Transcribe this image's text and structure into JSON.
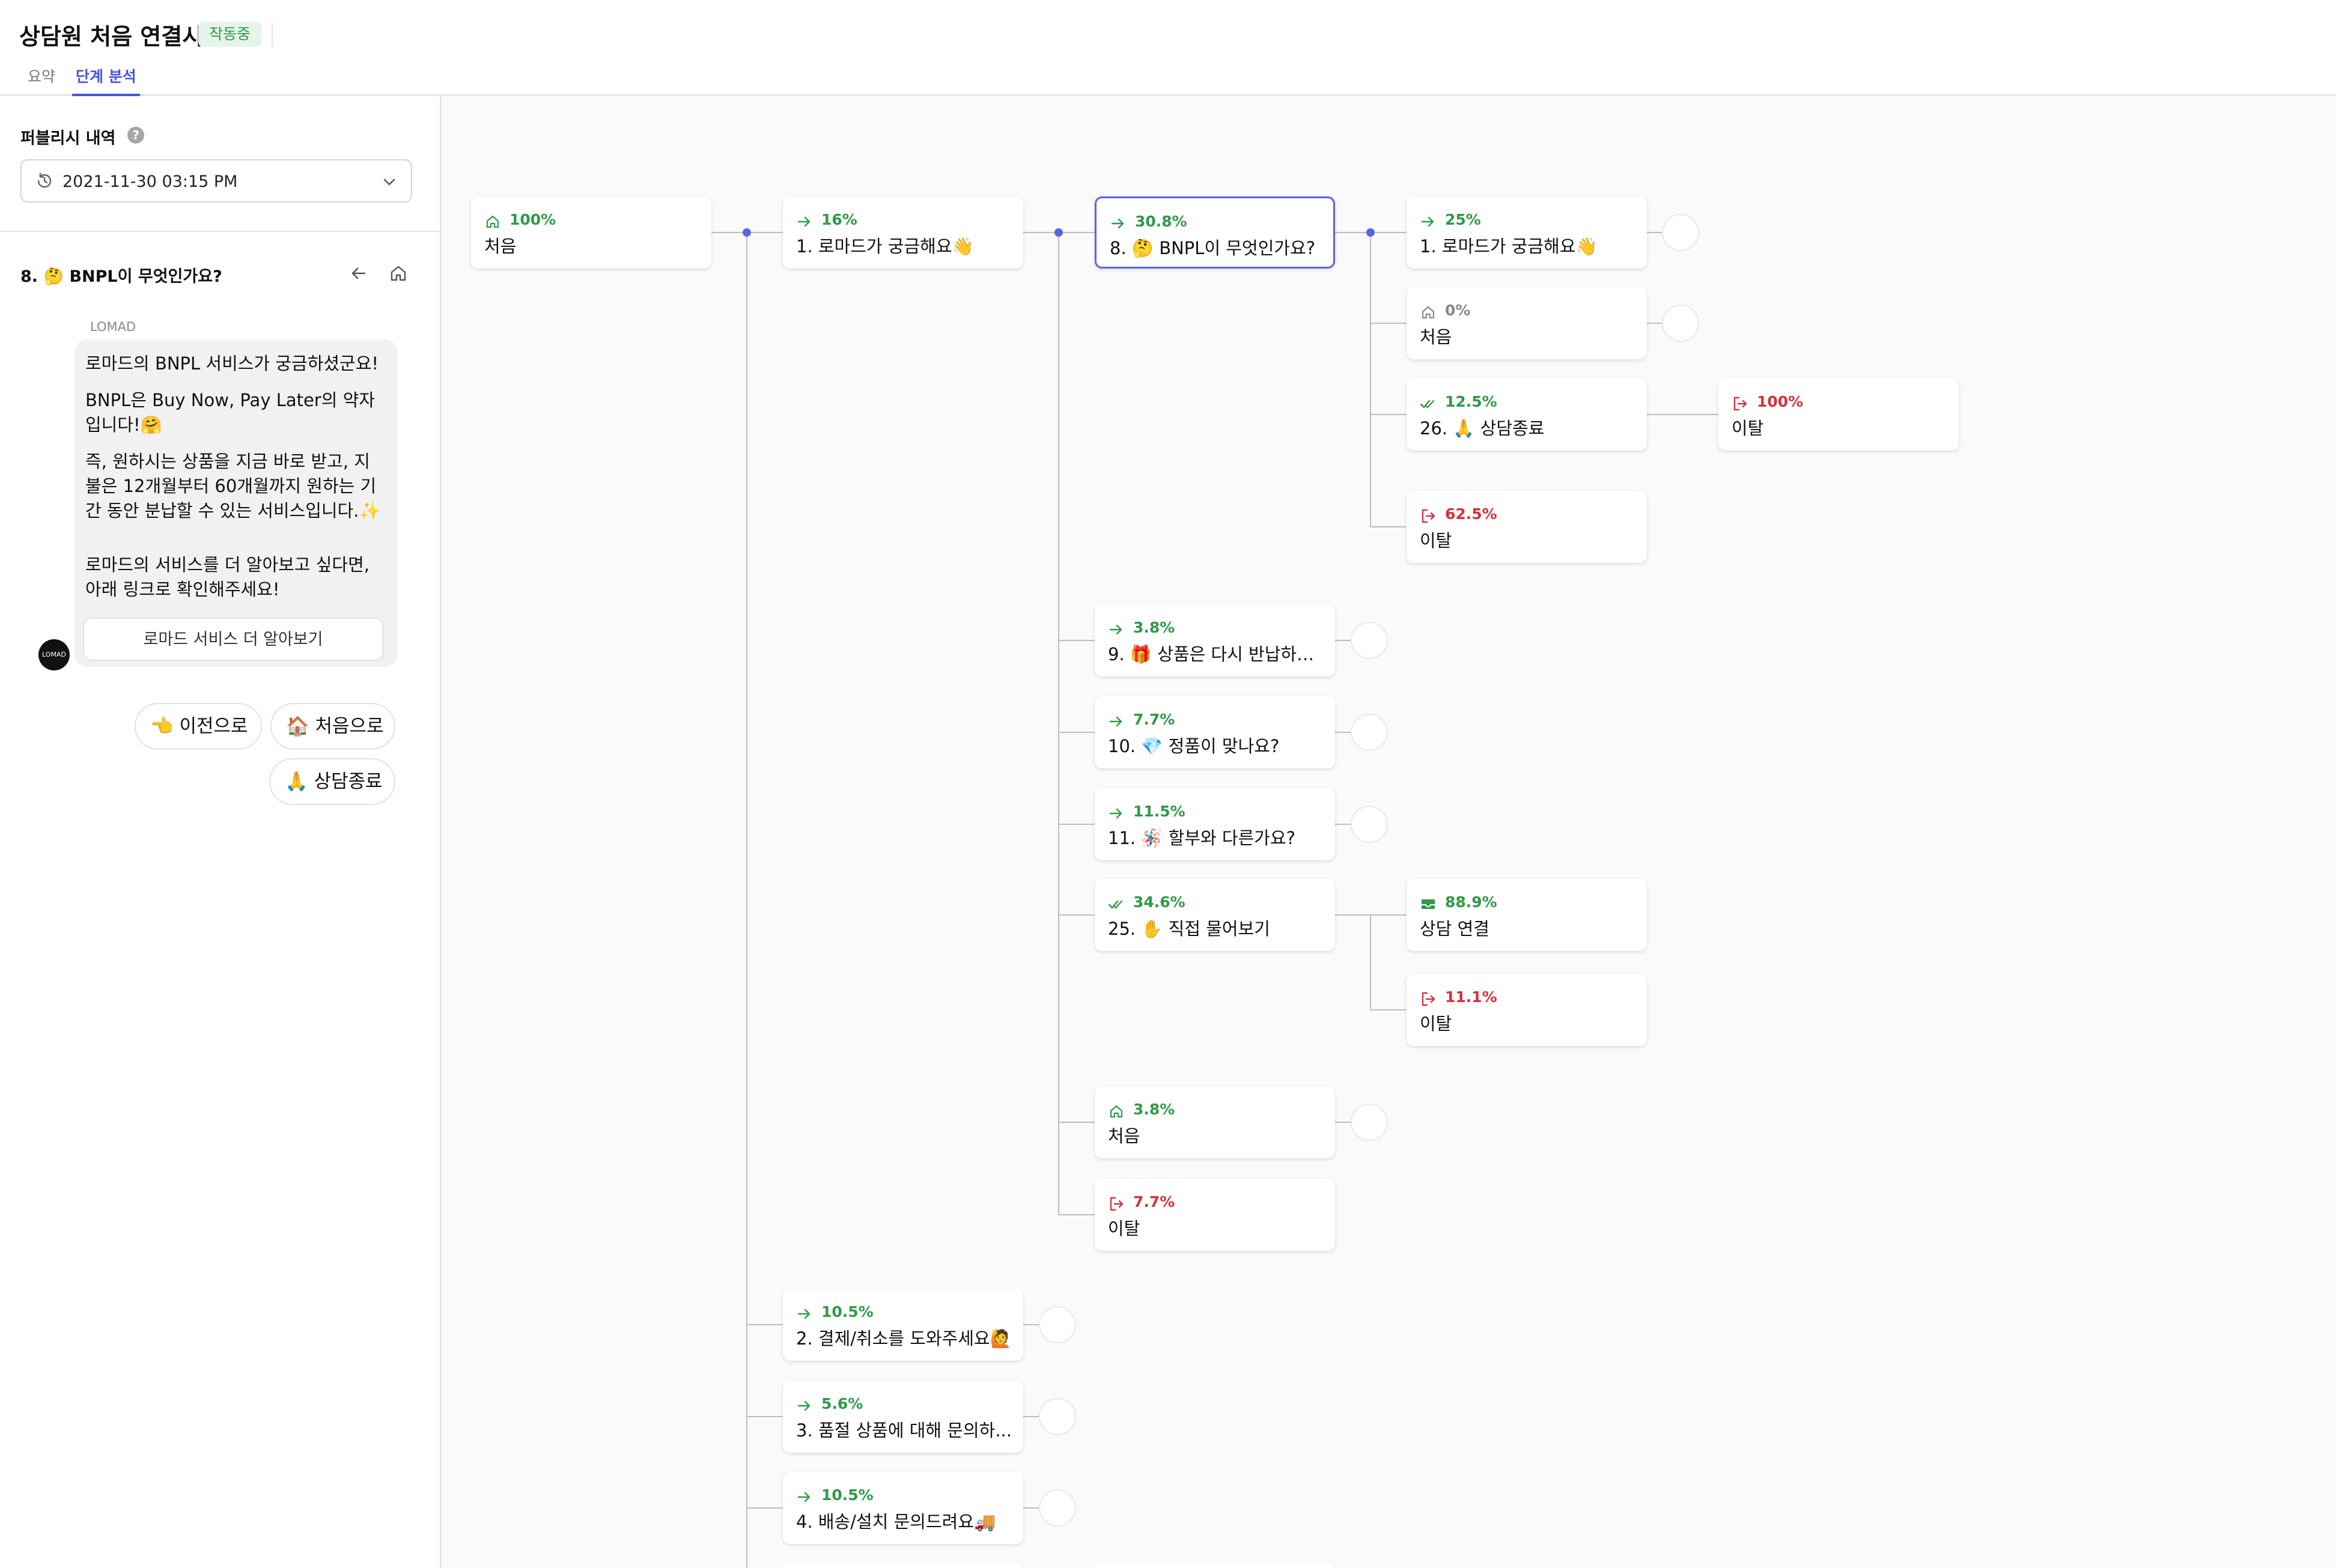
{
  "header": {
    "title": "상담원 처음 연결시",
    "status": "작동중",
    "tabs": [
      {
        "label": "요약",
        "active": false
      },
      {
        "label": "단계 분석",
        "active": true
      }
    ]
  },
  "sidebar": {
    "publish_label": "퍼블리시 내역",
    "version": "2021-11-30 03:15 PM",
    "step_title": "8. 🤔 BNPL이 무엇인가요?",
    "sender": "LOMAD",
    "avatar_text": "LOMAD",
    "message1": [
      "로마드의 BNPL 서비스가 궁금하셨군요!",
      "BNPL은 Buy Now, Pay Later의 약자\n입니다!🤗",
      "즉, 원하시는 상품을 지금 바로 받고, 지\n불은 12개월부터 60개월까지 원하는 기\n간 동안 분납할 수 있는 서비스입니다.✨"
    ],
    "message2": "로마드의 서비스를 더 알아보고 싶다면,\n아래 링크로 확인해주세요!",
    "link_button": "로마드 서비스 더 알아보기",
    "quick_replies": [
      "👈 이전으로",
      "🏠 처음으로",
      "🙏 상담종료"
    ]
  },
  "flow": {
    "nodes": [
      {
        "id": "start",
        "icon": "home-icon",
        "pct": "100%",
        "label": "처음",
        "tone": "green"
      },
      {
        "id": "c1",
        "icon": "arrow-right-icon",
        "pct": "16%",
        "label": "1. 로마드가 궁금해요👋",
        "tone": "green"
      },
      {
        "id": "c1-8",
        "icon": "arrow-right-icon",
        "pct": "30.8%",
        "label": "8. 🤔 BNPL이 무엇인가요?",
        "tone": "green",
        "selected": true
      },
      {
        "id": "c1-8-1",
        "icon": "arrow-right-icon",
        "pct": "25%",
        "label": "1. 로마드가 궁금해요👋",
        "tone": "green"
      },
      {
        "id": "c1-8-home",
        "icon": "home-icon",
        "pct": "0%",
        "label": "처음",
        "tone": "gray"
      },
      {
        "id": "c1-8-26",
        "icon": "double-check-icon",
        "pct": "12.5%",
        "label": "26. 🙏 상담종료",
        "tone": "green"
      },
      {
        "id": "c1-8-26-exit",
        "icon": "exit-icon",
        "pct": "100%",
        "label": "이탈",
        "tone": "red"
      },
      {
        "id": "c1-8-exit",
        "icon": "exit-icon",
        "pct": "62.5%",
        "label": "이탈",
        "tone": "red"
      },
      {
        "id": "c1-9",
        "icon": "arrow-right-icon",
        "pct": "3.8%",
        "label": "9. 🎁 상품은 다시 반납하는 ...",
        "tone": "green"
      },
      {
        "id": "c1-10",
        "icon": "arrow-right-icon",
        "pct": "7.7%",
        "label": "10. 💎 정품이 맞나요?",
        "tone": "green"
      },
      {
        "id": "c1-11",
        "icon": "arrow-right-icon",
        "pct": "11.5%",
        "label": "11. 🪅 할부와 다른가요?",
        "tone": "green"
      },
      {
        "id": "c1-25",
        "icon": "double-check-icon",
        "pct": "34.6%",
        "label": "25. ✋ 직접 물어보기",
        "tone": "green"
      },
      {
        "id": "c1-25-agent",
        "icon": "agent-inbox-icon",
        "pct": "88.9%",
        "label": "상담 연결",
        "tone": "green"
      },
      {
        "id": "c1-25-exit",
        "icon": "exit-icon",
        "pct": "11.1%",
        "label": "이탈",
        "tone": "red"
      },
      {
        "id": "c1-home",
        "icon": "home-icon",
        "pct": "3.8%",
        "label": "처음",
        "tone": "green"
      },
      {
        "id": "c1-exit",
        "icon": "exit-icon",
        "pct": "7.7%",
        "label": "이탈",
        "tone": "red"
      },
      {
        "id": "c2",
        "icon": "arrow-right-icon",
        "pct": "10.5%",
        "label": "2. 결제/취소를 도와주세요🙋",
        "tone": "green"
      },
      {
        "id": "c3",
        "icon": "arrow-right-icon",
        "pct": "5.6%",
        "label": "3. 품절 상품에 대해 문의하...",
        "tone": "green"
      },
      {
        "id": "c4",
        "icon": "arrow-right-icon",
        "pct": "10.5%",
        "label": "4. 배송/설치 문의드려요🚚",
        "tone": "green"
      }
    ]
  },
  "colors": {
    "accent": "#4554e0",
    "green": "#2f9a45",
    "red": "#d8313b",
    "gray": "#888888",
    "badge_bg": "#e6f4ea"
  }
}
